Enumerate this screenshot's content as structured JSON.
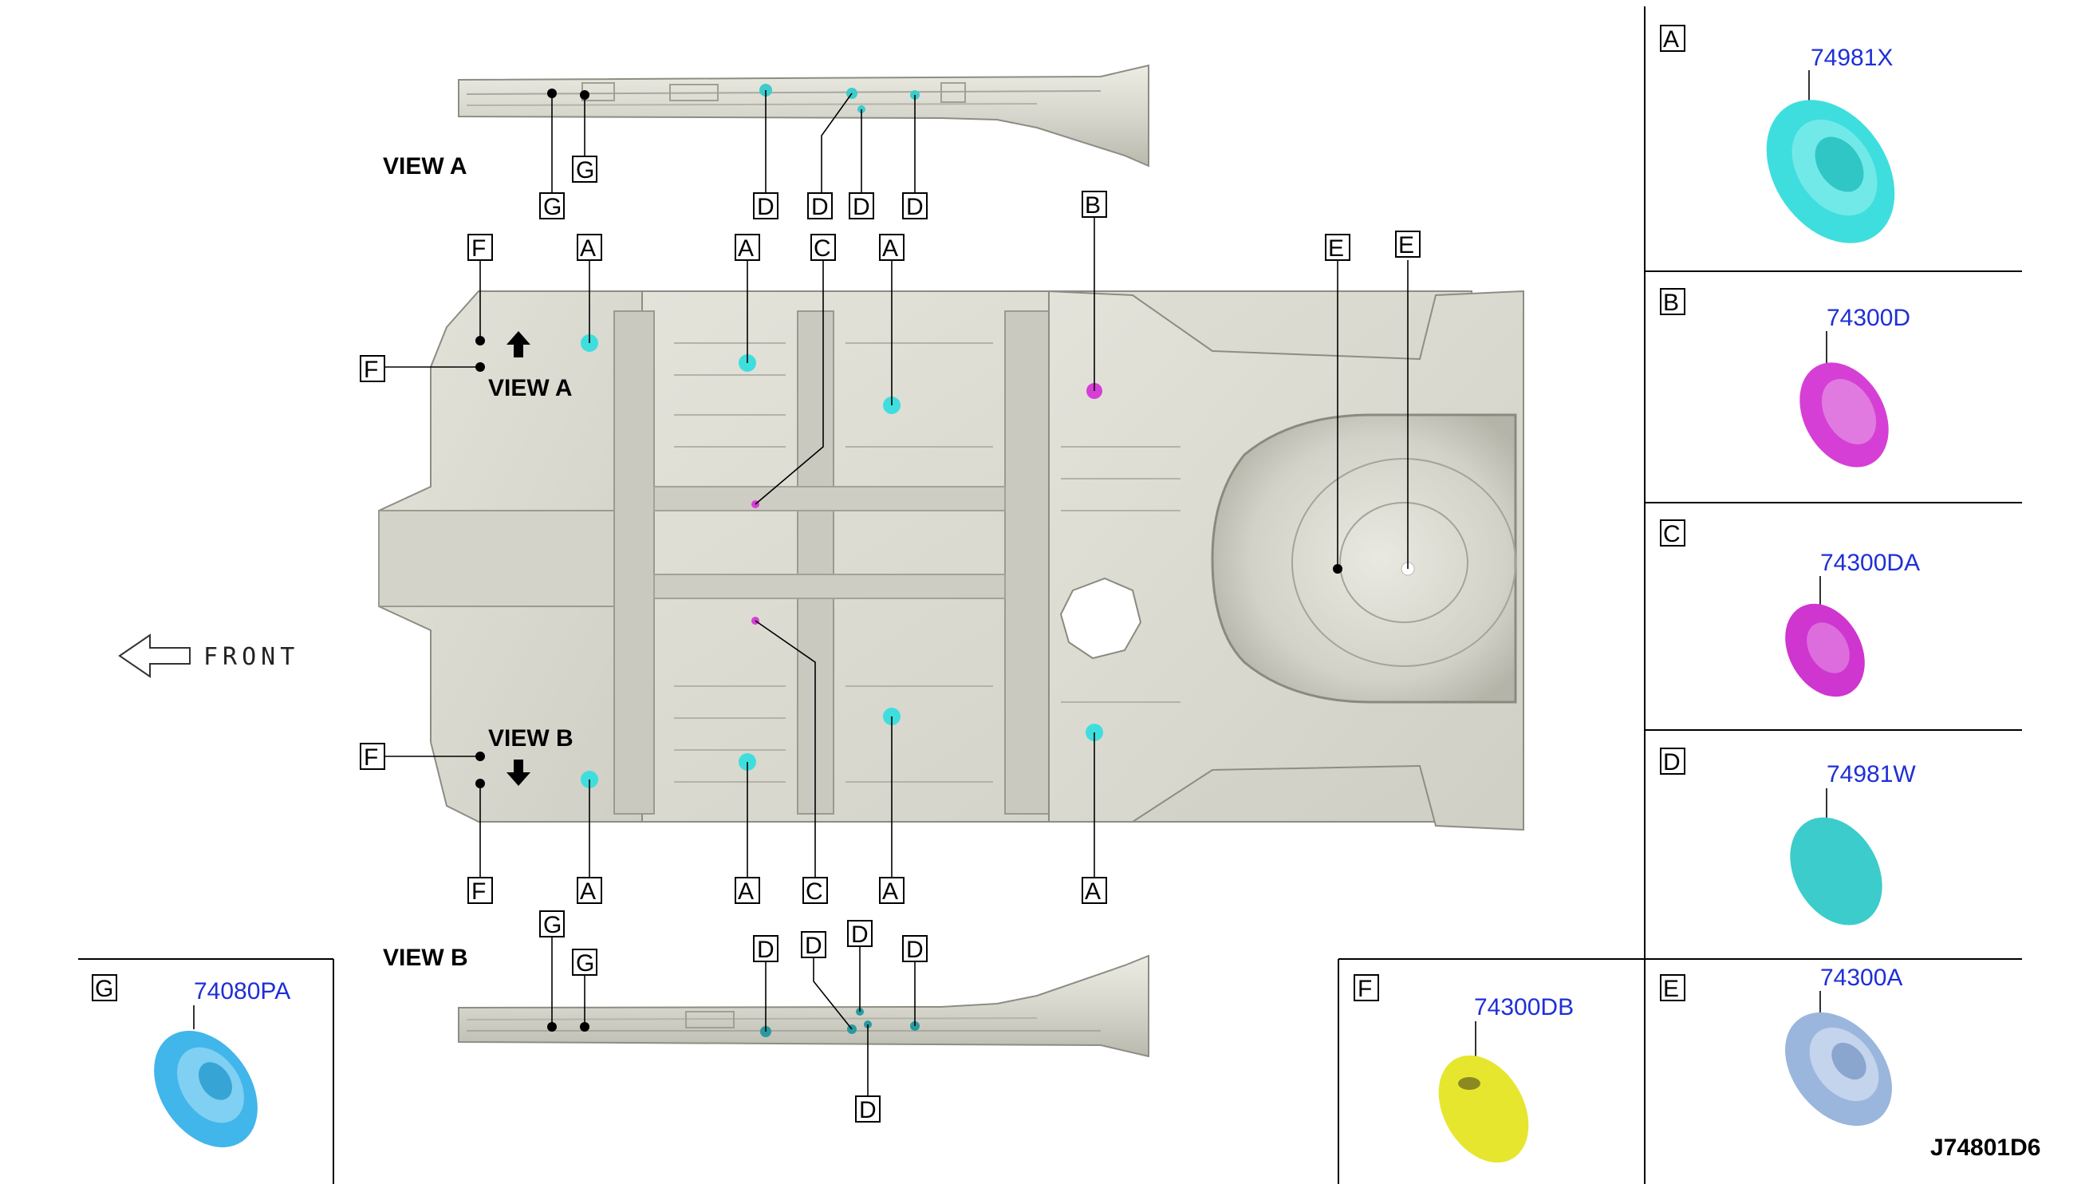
{
  "views": {
    "view_a_label": "VIEW A",
    "view_b_label": "VIEW B",
    "inline_view_a": "VIEW A",
    "inline_view_b": "VIEW B"
  },
  "direction": {
    "front_label": "FRONT"
  },
  "callouts": {
    "top_rail": [
      "G",
      "G",
      "D",
      "D",
      "D",
      "D"
    ],
    "floor_top_row": [
      "F",
      "A",
      "A",
      "C",
      "A",
      "B",
      "E",
      "E"
    ],
    "floor_side": [
      "F",
      "F"
    ],
    "floor_bottom_row": [
      "F",
      "A",
      "A",
      "C",
      "A",
      "A"
    ],
    "bottom_rail": [
      "G",
      "G",
      "D",
      "D",
      "D",
      "D",
      "D"
    ]
  },
  "legend": [
    {
      "letter": "A",
      "part": "74981X",
      "color": "#3fdede"
    },
    {
      "letter": "B",
      "part": "74300D",
      "color": "#d63fd6"
    },
    {
      "letter": "C",
      "part": "74300DA",
      "color": "#cf35cf"
    },
    {
      "letter": "D",
      "part": "74981W",
      "color": "#3ccccc"
    },
    {
      "letter": "E",
      "part": "74300A",
      "color": "#9bb6dc"
    },
    {
      "letter": "F",
      "part": "74300DB",
      "color": "#e6e62e"
    },
    {
      "letter": "G",
      "part": "74080PA",
      "color": "#41b6ea"
    }
  ],
  "diagram_code": "J74801D6",
  "colors": {
    "floor_panel": "#dcdcd2",
    "panel_shadow": "#a9a99e",
    "part_label": "#1f2fd6",
    "grommet_a": "#3fdede",
    "grommet_b": "#d63fd6",
    "grommet_d": "#3ccccc"
  }
}
